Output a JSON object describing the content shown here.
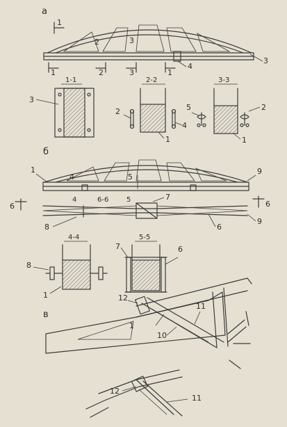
{
  "panels": {
    "a": "а",
    "b": "б",
    "v": "в"
  },
  "sections": {
    "s11": "1-1",
    "s22": "2-2",
    "s33": "3-3",
    "s44": "4-4",
    "s55": "5-5",
    "s66": "6-6"
  },
  "callouts": {
    "n1": "1",
    "n2": "2",
    "n3": "3",
    "n4": "4",
    "n5": "5",
    "n6": "6",
    "n7": "7",
    "n8": "8",
    "n9": "9",
    "n10": "10",
    "n11": "11",
    "n12": "12"
  },
  "cut_marks": {
    "c1": "1",
    "c2": "2",
    "c3": "3",
    "c4": "4",
    "c5": "5",
    "c6": "6"
  }
}
